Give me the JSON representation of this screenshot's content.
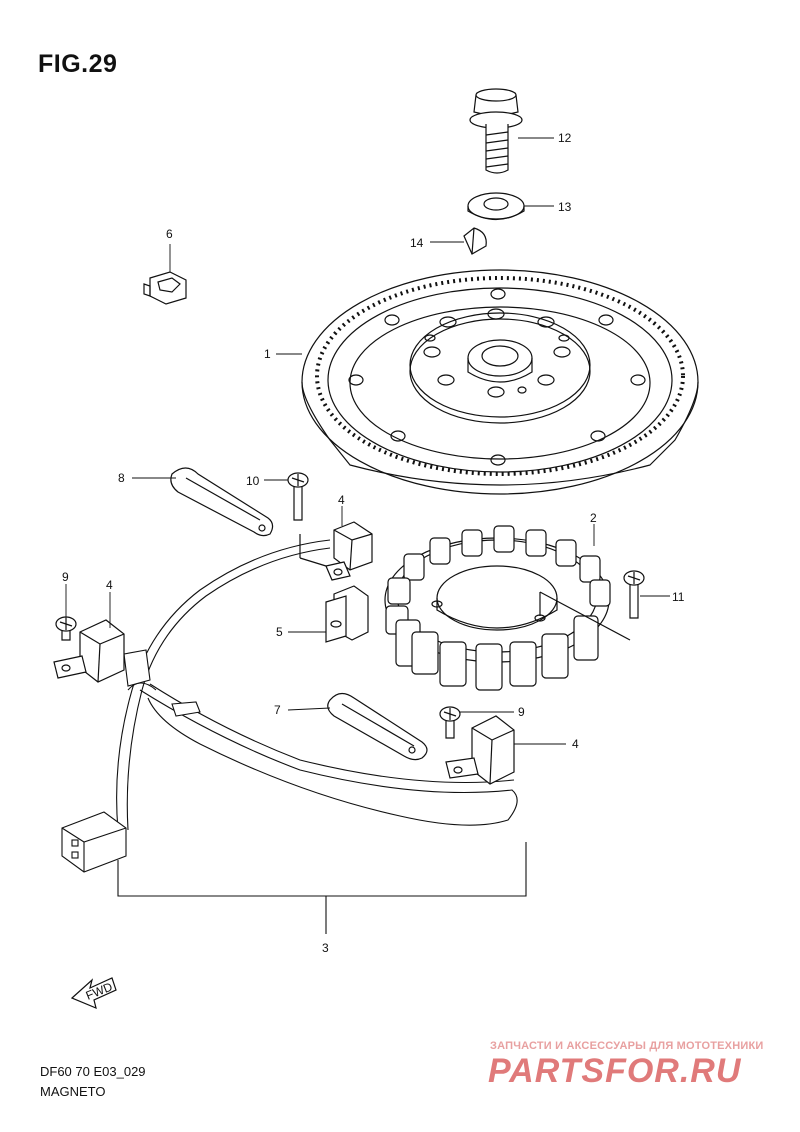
{
  "figure": {
    "title": "FIG.29"
  },
  "footer": {
    "code": "DF60 70 E03_029",
    "name": "MAGNETO"
  },
  "watermark": {
    "tagline": "ЗАПЧАСТИ И АКСЕССУАРЫ ДЛЯ МОТОТЕХНИКИ",
    "brand": "PARTSFOR.RU"
  },
  "arrow": {
    "label": "FWD"
  },
  "callouts": {
    "c1": "1",
    "c2": "2",
    "c3": "3",
    "c4a": "4",
    "c4b": "4",
    "c4c": "4",
    "c5": "5",
    "c6": "6",
    "c7": "7",
    "c8": "8",
    "c9a": "9",
    "c9b": "9",
    "c10": "10",
    "c11": "11",
    "c12": "12",
    "c13": "13",
    "c14": "14"
  }
}
